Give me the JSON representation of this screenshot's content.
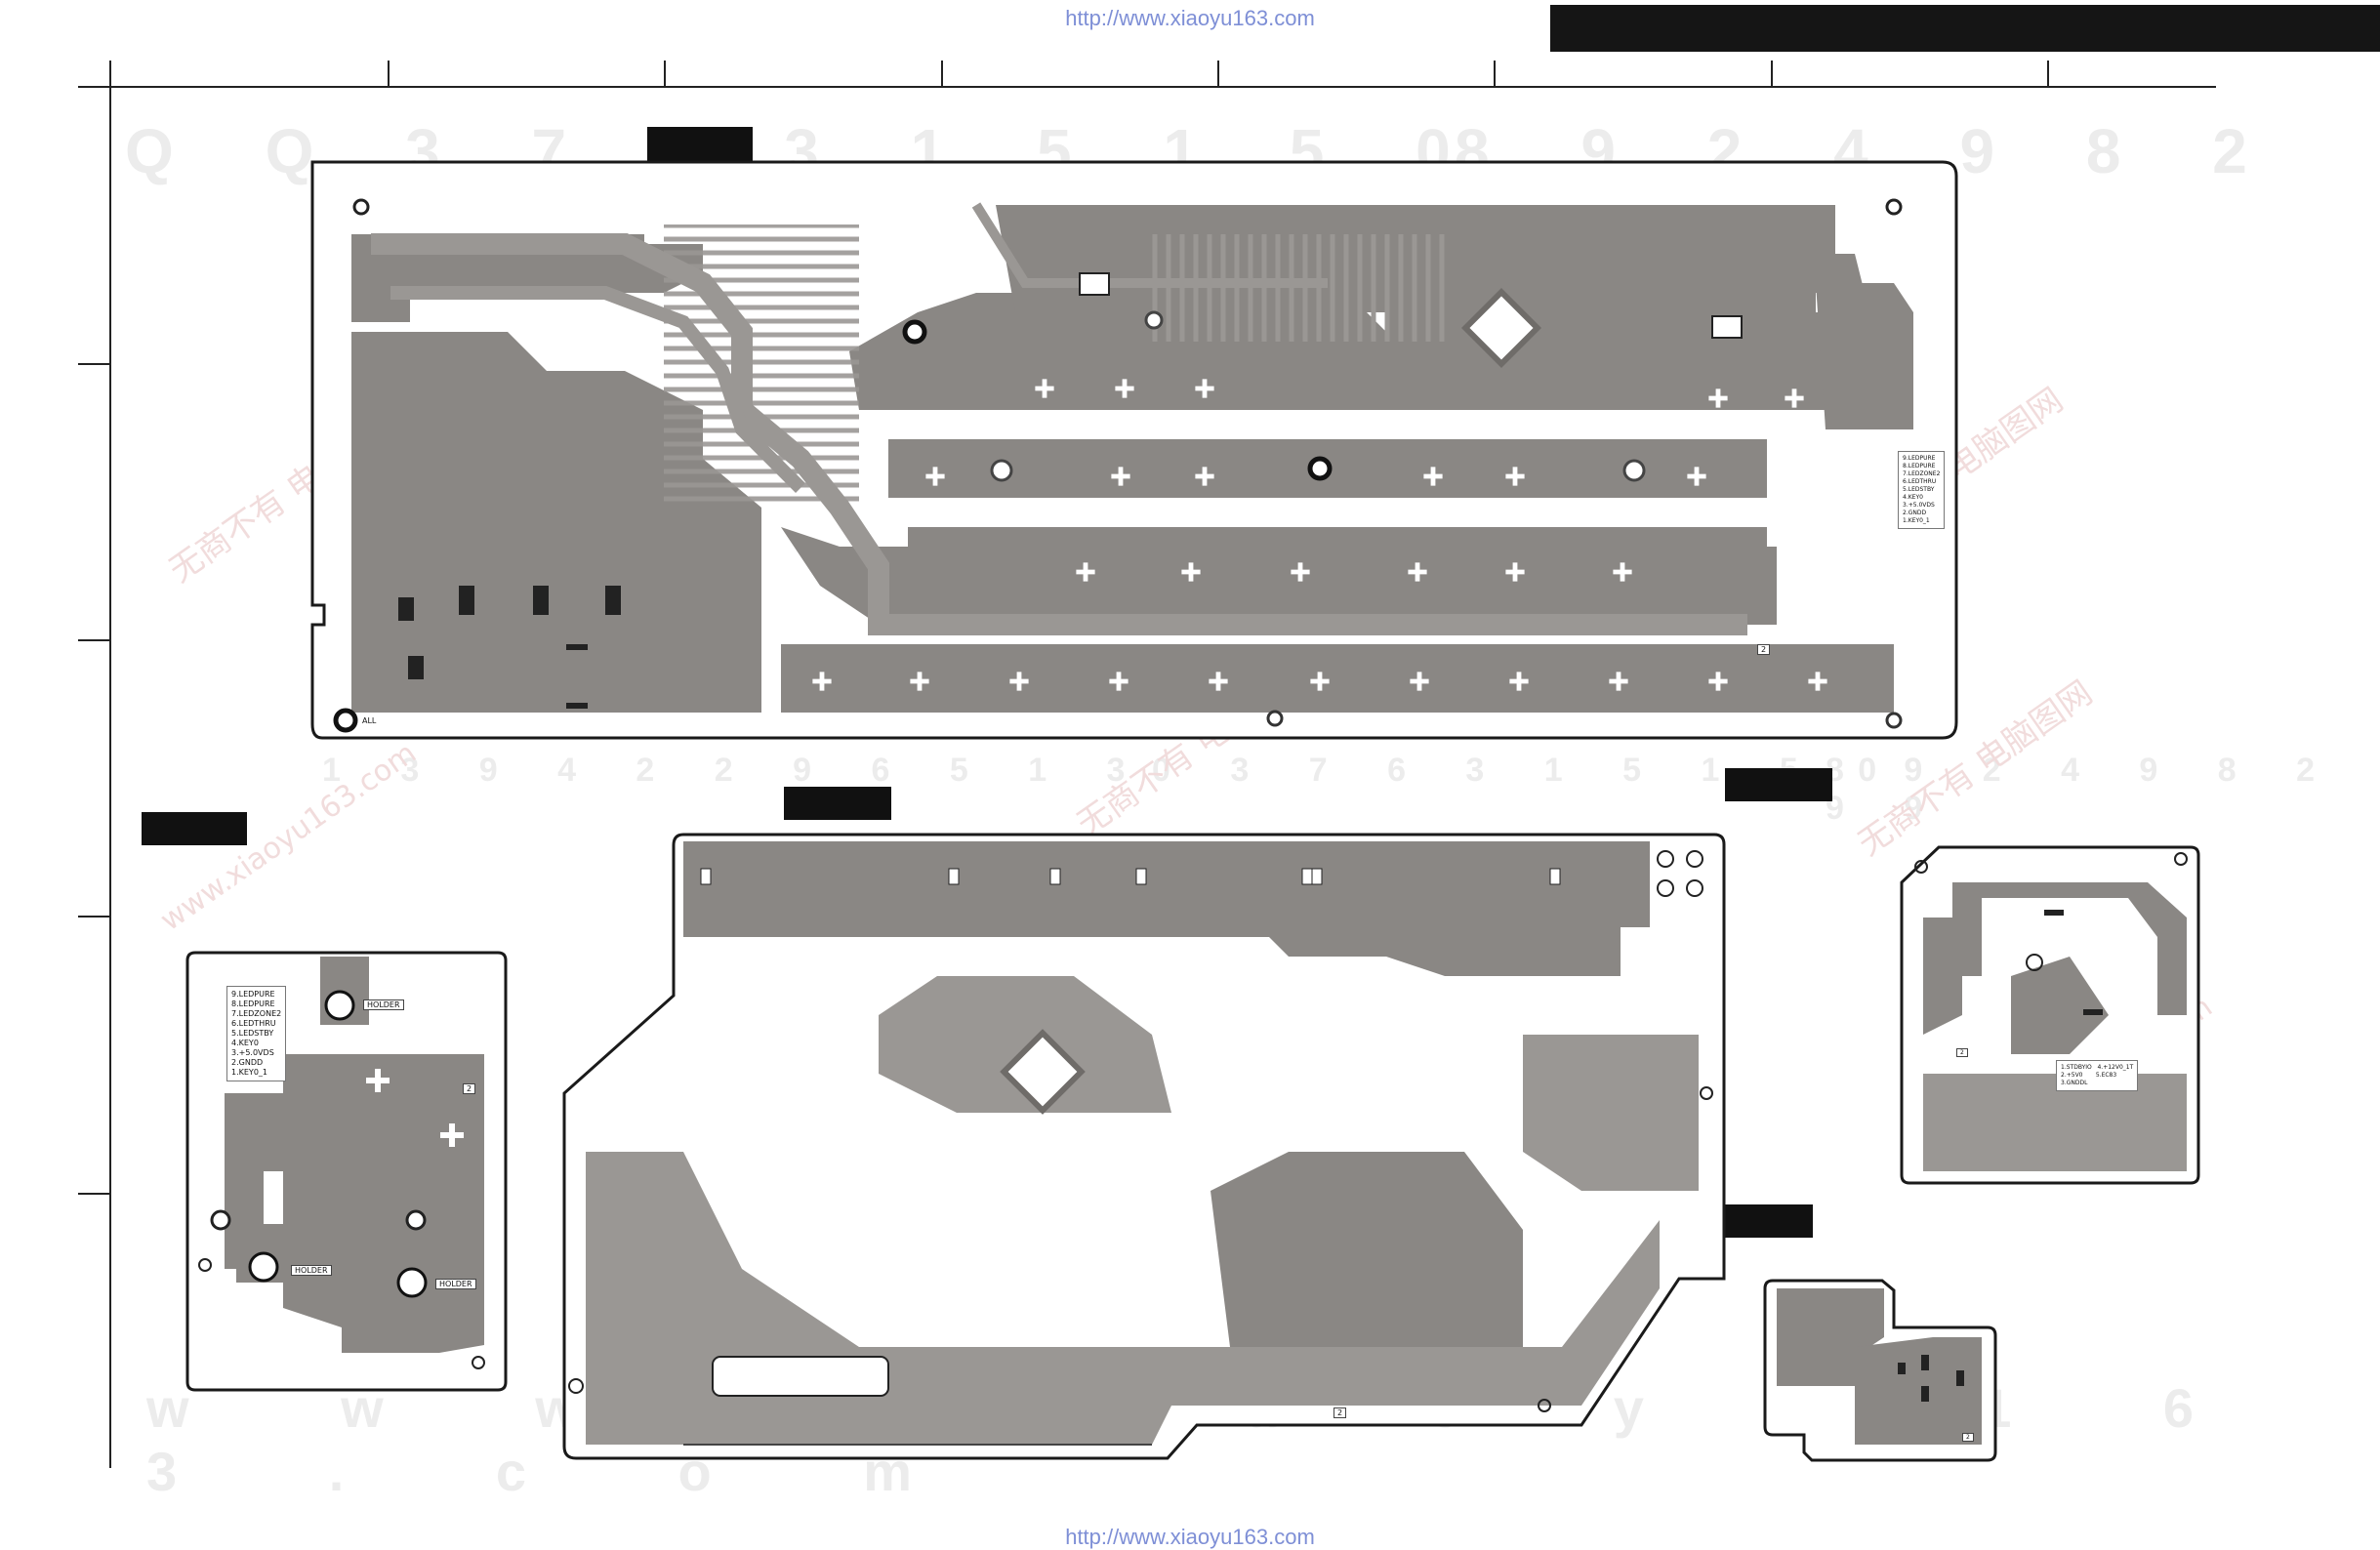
{
  "header": {
    "url_top": "http://www.xiaoyu163.com",
    "url_bottom": "http://www.xiaoyu163.com"
  },
  "watermarks": {
    "row1_left": "Q Q 3 7 6 3 1 5 1 5 0",
    "row1_right": "8 9 2 4 9 8 2 9 9",
    "row2": "1 3 9 4 2 2 9 6 5 1 3",
    "row2_right": "0 3 7 6 3 1 5 1 5 0",
    "row2_far": "8 9 2 4 9 8 2 9 9",
    "bottom": "w w w . x i a o y u 1 6 3 . c o m",
    "cn_text": "无商不有 电脑图网",
    "url_diag": "www.xiaoyu163.com"
  },
  "boards": {
    "main": {
      "marker_2": "2",
      "label_all": "ALL"
    },
    "left_small": {
      "legend": "9.LEDPURE\n8.LEDPURE\n7.LEDZONE2\n6.LEDTHRU\n5.LEDSTBY\n4.KEY0\n3.+5.0VDS\n2.GNDD\n1.KEY0_1",
      "holder_top": "HOLDER",
      "holder_mid": "HOLDER",
      "holder_right": "HOLDER",
      "marker": "2"
    },
    "center": {
      "marker_2": "2"
    },
    "main_right_legend": "9.LEDPURE\n8.LEDPURE\n7.LEDZONE2\n6.LEDTHRU\n5.LEDSTBY\n4.KEY0\n3.+5.0VDS\n2.GNDD\n1.KEY0_1",
    "right_top": {
      "legend": "1.STDBYIO   4.+12V0_1T\n2.+5V0       5.EC83\n3.GNDDL",
      "marker": "2"
    },
    "right_bottom": {
      "marker": "2"
    }
  },
  "colors": {
    "copper": "#8a8784",
    "trace": "#9a9794",
    "outline": "#1a1a1a",
    "label_block": "#111111"
  }
}
